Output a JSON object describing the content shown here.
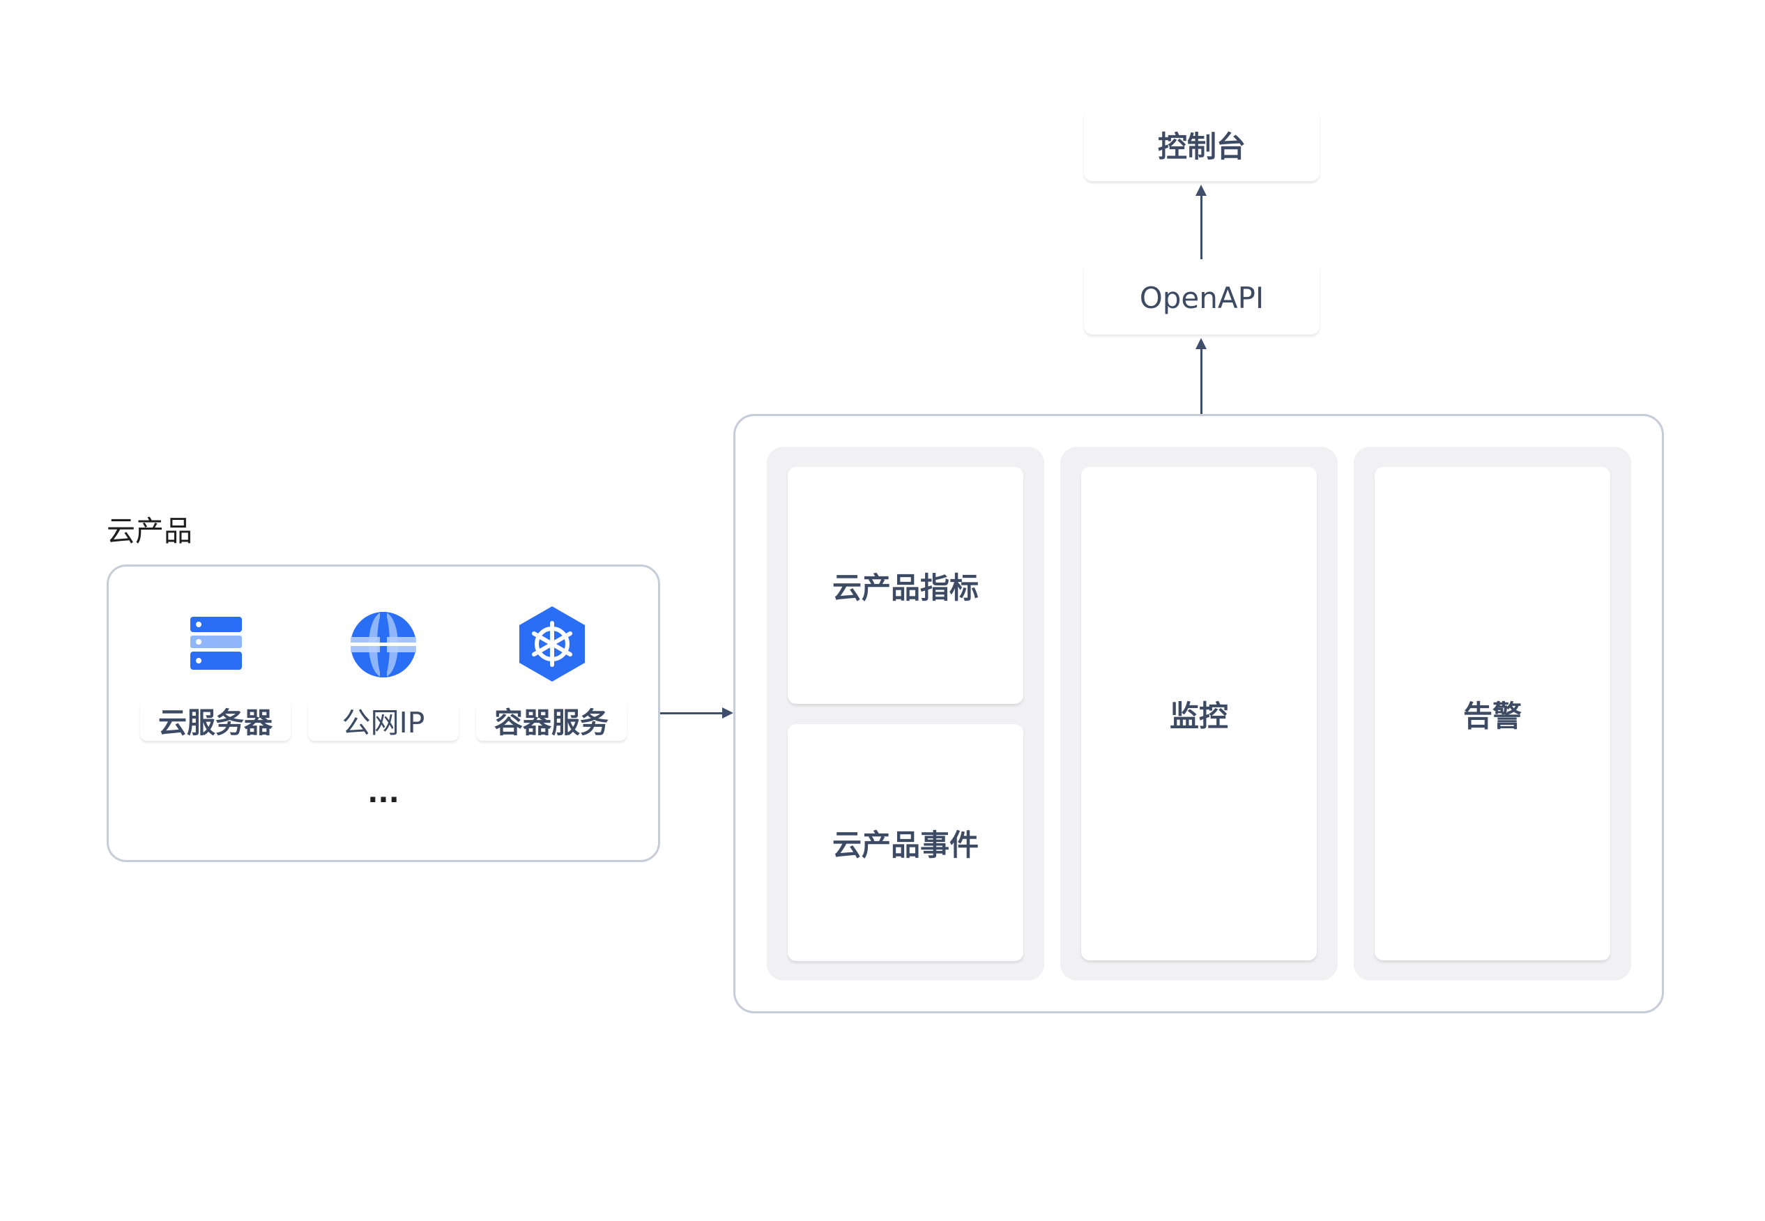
{
  "console": {
    "label": "控制台"
  },
  "openapi": {
    "label": "OpenAPI"
  },
  "products_group": {
    "title": "云产品",
    "items": [
      {
        "label": "云服务器",
        "icon": "server-icon"
      },
      {
        "label": "公网IP",
        "icon": "globe-icon"
      },
      {
        "label": "容器服务",
        "icon": "kubernetes-icon"
      }
    ],
    "more": "..."
  },
  "platform": {
    "metrics": "云产品指标",
    "events": "云产品事件",
    "monitor": "监控",
    "alert": "告警"
  },
  "colors": {
    "text": "#3d4a63",
    "border": "#c6ccd8",
    "panel": "#f1f1f3",
    "arrow": "#3f4f6b",
    "icon_blue": "#2a6ef5"
  }
}
